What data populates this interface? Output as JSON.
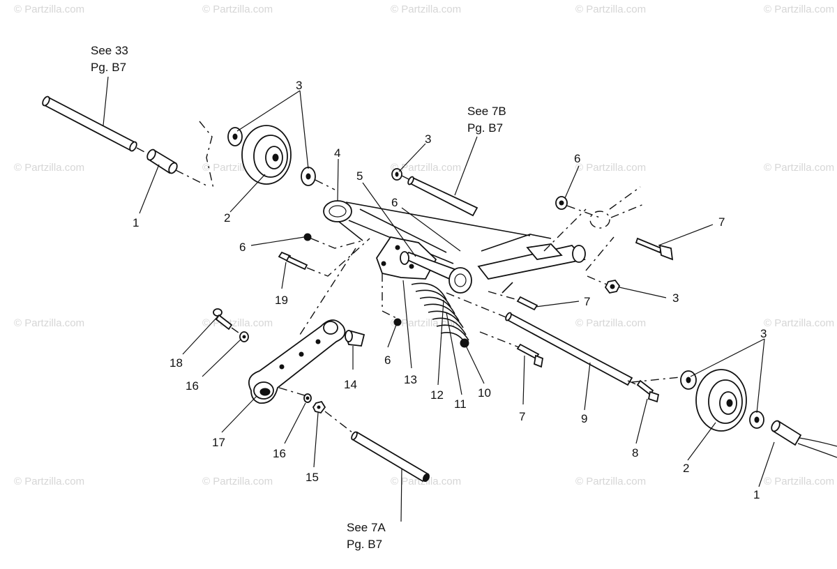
{
  "watermark": "© Partzilla.com",
  "references": {
    "top_left": {
      "line1": "See 33",
      "line2": "Pg. B7"
    },
    "top_center": {
      "line1": "See 7B",
      "line2": "Pg. B7"
    },
    "bottom_center": {
      "line1": "See 7A",
      "line2": "Pg. B7"
    }
  },
  "callouts": {
    "c1_left": "1",
    "c2_left": "2",
    "c3_left": "3",
    "c4": "4",
    "c5": "5",
    "c3_mid": "3",
    "c6_mid": "6",
    "c6_left": "6",
    "c6_right": "6",
    "c7_right": "7",
    "c3_right": "3",
    "c7_mid": "7",
    "c19": "19",
    "c18": "18",
    "c16_a": "16",
    "c14": "14",
    "c6_low": "6",
    "c13": "13",
    "c12": "12",
    "c11": "11",
    "c10": "10",
    "c7_low": "7",
    "c9": "9",
    "c8": "8",
    "c3_far": "3",
    "c2_right": "2",
    "c1_right": "1",
    "c17": "17",
    "c16_b": "16",
    "c15": "15"
  }
}
